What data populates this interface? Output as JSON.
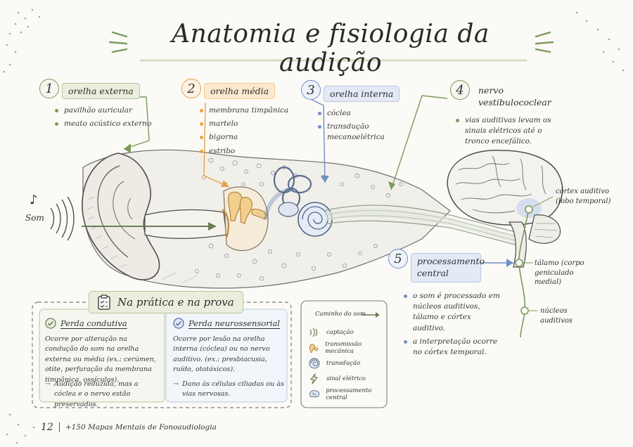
{
  "title": "Anatomia e fisiologia da audição",
  "som_label": "Som",
  "colors": {
    "green": "#7c9a5a",
    "orange": "#e8a24a",
    "blue": "#6f8fc4",
    "sage": "#b9c79d"
  },
  "sections": [
    {
      "num": "1",
      "label": "orelha externa",
      "items": [
        "pavilhão auricular",
        "meato acústico externo"
      ]
    },
    {
      "num": "2",
      "label": "orelha média",
      "items": [
        "membrana timpânica",
        "martelo",
        "bigorna",
        "estribo"
      ]
    },
    {
      "num": "3",
      "label": "orelha interna",
      "items": [
        "cóclea",
        "transdução mecanoelétrica"
      ]
    },
    {
      "num": "4",
      "label": "nervo vestibulococlear",
      "items": [
        "vias auditivas levam os sinais elétricos até o tronco encefálico."
      ]
    },
    {
      "num": "5",
      "label": "processamento central",
      "items": [
        "o som é processado em núcleos auditivos, tálamo e córtex auditivo.",
        "a interpretação ocorre no córtex temporal."
      ]
    }
  ],
  "brain_labels": {
    "cortex": "córtex auditivo (lobo temporal)",
    "talamo": "tálamo (corpo geniculado medial)",
    "nucleos": "núcleos auditivos"
  },
  "practice": {
    "title": "Na prática e na prova",
    "conductive": {
      "heading": "Perda condutiva",
      "body": "Ocorre por alteração na condução do som na orelha externa ou média (ex.: cerúmen, otite, perfuração da membrana timpânica, ossículos).",
      "note": "Audição reduzida, mas a cóclea e o nervo estão preservados."
    },
    "sensorineural": {
      "heading": "Perda neurossensorial",
      "body": "Ocorre por lesão na orelha interna (cóclea) ou no nervo auditivo. (ex.: presbiacusia, ruído, ototóxicos).",
      "note": "Dano às células ciliadas ou às vias nervosas."
    }
  },
  "legend": {
    "title": "Caminho do som",
    "items": [
      "captação",
      "transmissão mecânica",
      "transdução",
      "sinal elétrico",
      "processamento central"
    ]
  },
  "footer": {
    "page": "12",
    "book": "+150 Mapas Mentais de Fonoaudiologia"
  }
}
